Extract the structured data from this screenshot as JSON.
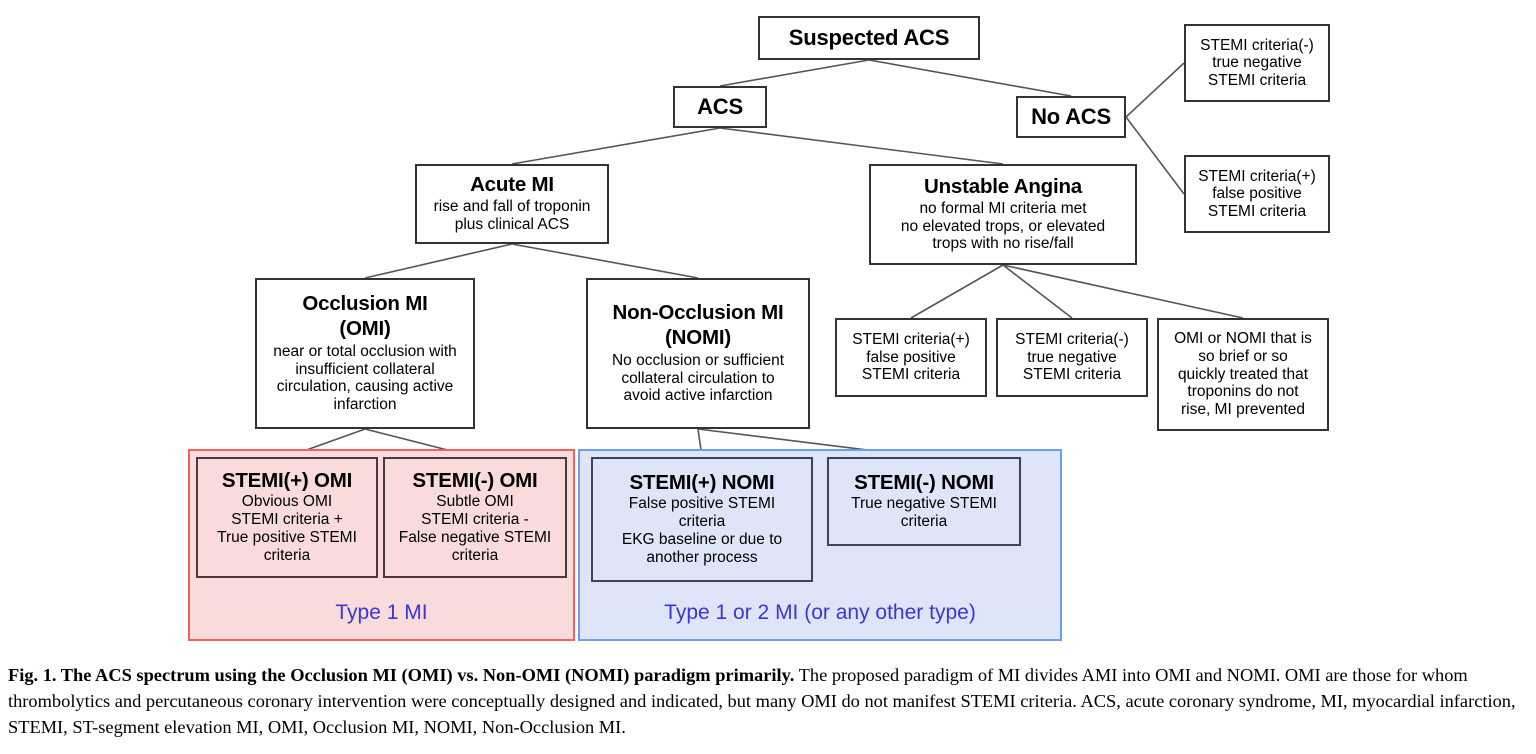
{
  "figure": {
    "caption_bold": "Fig. 1.  The ACS spectrum using the Occlusion MI (OMI) vs. Non-OMI (NOMI) paradigm primarily.",
    "caption_rest": " The proposed paradigm of MI divides AMI into OMI and NOMI. OMI are those for whom thrombolytics and percutaneous coronary intervention were conceptually designed and indicated, but many OMI do not manifest STEMI criteria. ACS, acute coronary syndrome, MI, myocardial infarction, STEMI, ST-segment elevation MI, OMI, Occlusion MI, NOMI, Non-Occlusion MI."
  },
  "colors": {
    "pink_fill": "#fadbdb",
    "pink_border": "#f4605e",
    "blue_fill": "#dfe5f8",
    "blue_border": "#6d9eeb",
    "label_purple": "#3a36d8",
    "node_border": "#333333"
  },
  "nodes": {
    "suspected_acs": {
      "title": "Suspected ACS"
    },
    "acs": {
      "title": "ACS"
    },
    "no_acs": {
      "title": "No ACS"
    },
    "no_acs_true_negative": {
      "line1": "STEMI criteria(-)",
      "line2": "true negative",
      "line3": "STEMI criteria"
    },
    "no_acs_false_positive": {
      "line1": "STEMI criteria(+)",
      "line2": "false positive",
      "line3": "STEMI criteria"
    },
    "acute_mi": {
      "title": "Acute MI",
      "line1": "rise and fall of troponin",
      "line2": "plus clinical ACS"
    },
    "unstable_angina": {
      "title": "Unstable Angina",
      "line1": "no formal MI criteria met",
      "line2": "no elevated trops, or elevated",
      "line3": "trops with no rise/fall"
    },
    "omi": {
      "title1": "Occlusion MI",
      "title2": "(OMI)",
      "line1": "near or total occlusion with",
      "line2": "insufficient collateral",
      "line3": "circulation, causing active",
      "line4": "infarction"
    },
    "nomi": {
      "title1": "Non-Occlusion MI",
      "title2": "(NOMI)",
      "line1": "No occlusion or sufficient",
      "line2": "collateral circulation to",
      "line3": "avoid active infarction"
    },
    "ua_false_positive": {
      "line1": "STEMI criteria(+)",
      "line2": "false positive",
      "line3": "STEMI criteria"
    },
    "ua_true_negative": {
      "line1": "STEMI criteria(-)",
      "line2": "true negative",
      "line3": "STEMI criteria"
    },
    "ua_brief": {
      "line1": "OMI or NOMI that is",
      "line2": "so brief or so",
      "line3": "quickly treated that",
      "line4": "troponins do not",
      "line5": "rise, MI prevented"
    },
    "stemi_pos_omi": {
      "title": "STEMI(+) OMI",
      "line1": "Obvious OMI",
      "line2": "STEMI criteria +",
      "line3": "True positive STEMI",
      "line4": "criteria"
    },
    "stemi_neg_omi": {
      "title": "STEMI(-) OMI",
      "line1": "Subtle OMI",
      "line2": "STEMI criteria -",
      "line3": "False negative STEMI",
      "line4": "criteria"
    },
    "stemi_pos_nomi": {
      "title": "STEMI(+) NOMI",
      "line1": "False positive STEMI",
      "line2": "criteria",
      "line3": "EKG baseline or due to",
      "line4": "another process"
    },
    "stemi_neg_nomi": {
      "title": "STEMI(-) NOMI",
      "line1": "True negative STEMI",
      "line2": "criteria"
    }
  },
  "groups": {
    "type1": {
      "label": "Type 1 MI"
    },
    "type1or2": {
      "label": "Type 1 or 2 MI (or any other type)"
    }
  }
}
